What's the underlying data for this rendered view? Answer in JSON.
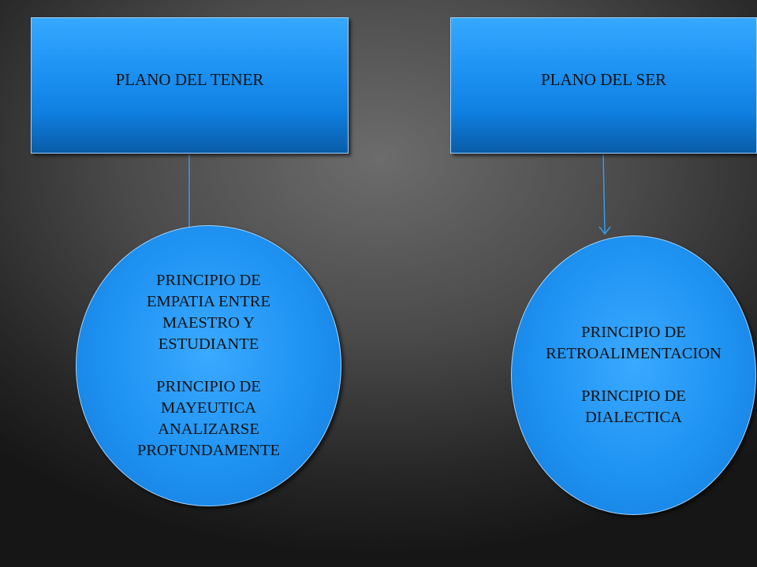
{
  "diagram": {
    "left_box": {
      "label": "PLANO DEL TENER"
    },
    "right_box": {
      "label": "PLANO DEL SER"
    },
    "left_ellipse": {
      "text1": "PRINCIPIO DE EMPATIA ENTRE MAESTRO Y ESTUDIANTE",
      "text2": "PRINCIPIO DE MAYEUTICA ANALIZARSE PROFUNDAMENTE"
    },
    "right_ellipse": {
      "text1": "PRINCIPIO DE RETROALIMENTACION",
      "text2": "PRINCIPIO DE DIALECTICA"
    }
  },
  "colors": {
    "node_fill": "#1e92f2",
    "connector": "#3a9be8",
    "background": "#4a4a4a"
  }
}
